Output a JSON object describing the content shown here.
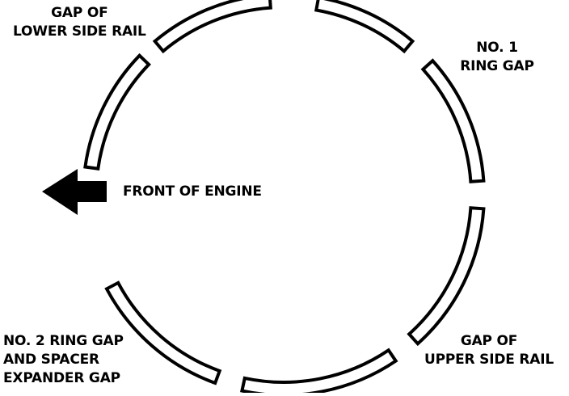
{
  "labels": {
    "lower_side_rail": [
      "GAP OF",
      "LOWER SIDE RAIL"
    ],
    "no1_ring": [
      "NO. 1",
      "RING GAP"
    ],
    "front": "FRONT OF ENGINE",
    "no2_ring": [
      "NO. 2 RING GAP",
      "AND SPACER",
      "EXPANDER GAP"
    ],
    "upper_side_rail": [
      "GAP OF",
      "UPPER SIDE RAIL"
    ]
  },
  "icons": {
    "arrow": "front-arrow-icon"
  },
  "colors": {
    "ink": "#000000",
    "background": "#ffffff"
  }
}
